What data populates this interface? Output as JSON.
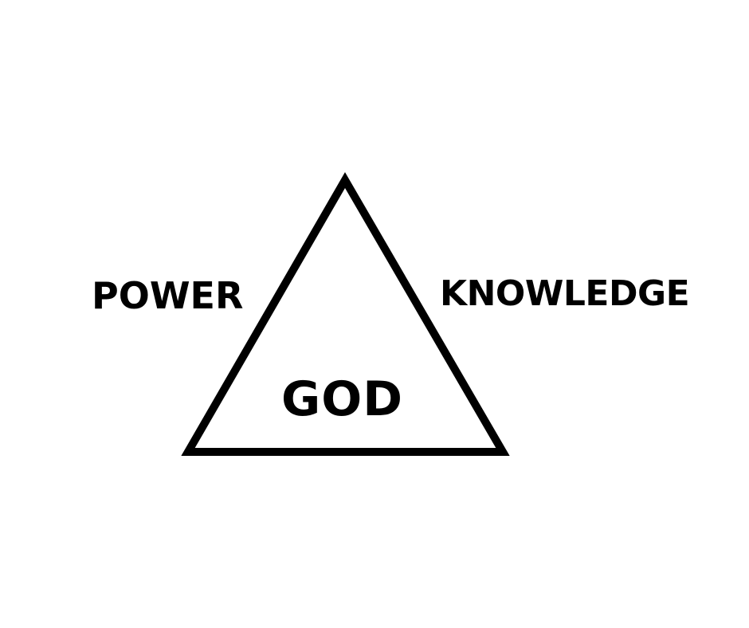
{
  "diagram": {
    "labels": {
      "left": "POWER",
      "right": "KNOWLEDGE",
      "center": "GOD"
    },
    "colors": {
      "stroke": "#000000",
      "text": "#000000",
      "background": "#ffffff"
    }
  }
}
